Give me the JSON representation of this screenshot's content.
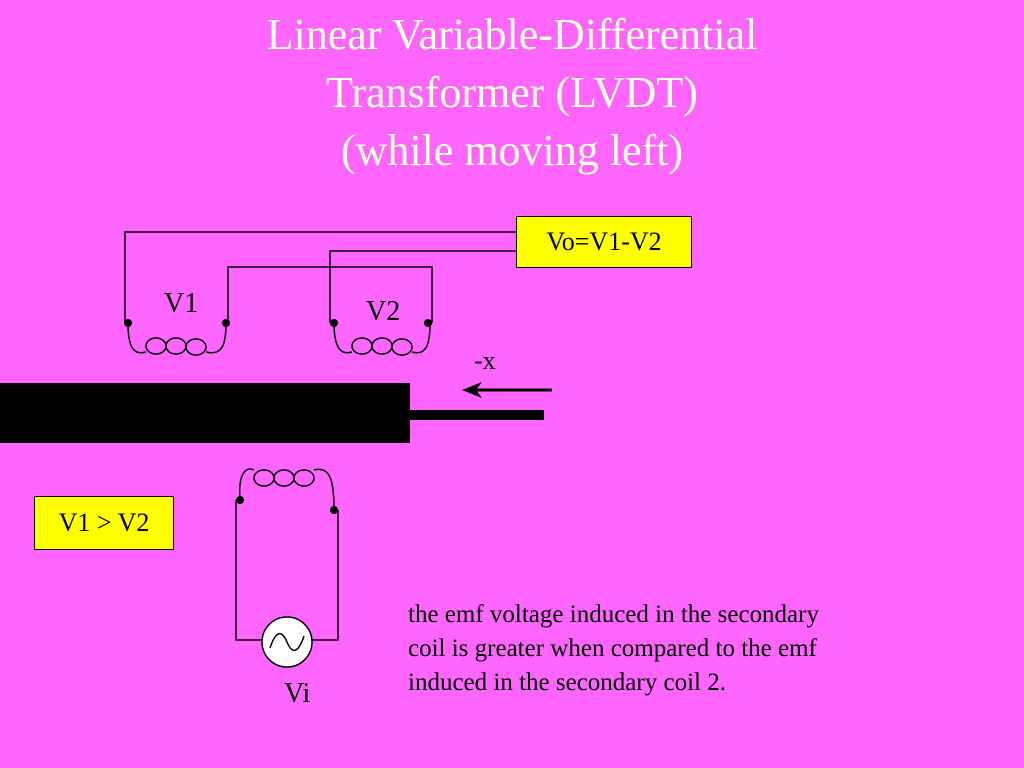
{
  "title": {
    "line1": "Linear Variable-Differential",
    "line2": "Transformer (LVDT)",
    "line3": "(while moving left)"
  },
  "diagram": {
    "output_box": "Vo=V1-V2",
    "coil1_label": "V1",
    "coil2_label": "V2",
    "motion_label": "-x",
    "source_label": "Vi",
    "comparison_box": "V1 > V2"
  },
  "explanation": {
    "line1": " the emf voltage induced in the secondary",
    "line2": "coil is greater when compared to the emf",
    "line3": "induced in the secondary coil 2."
  },
  "colors": {
    "background": "#ff66ff",
    "title_text": "#ffffe0",
    "highlight_box": "#ffff00",
    "core": "#000000"
  }
}
